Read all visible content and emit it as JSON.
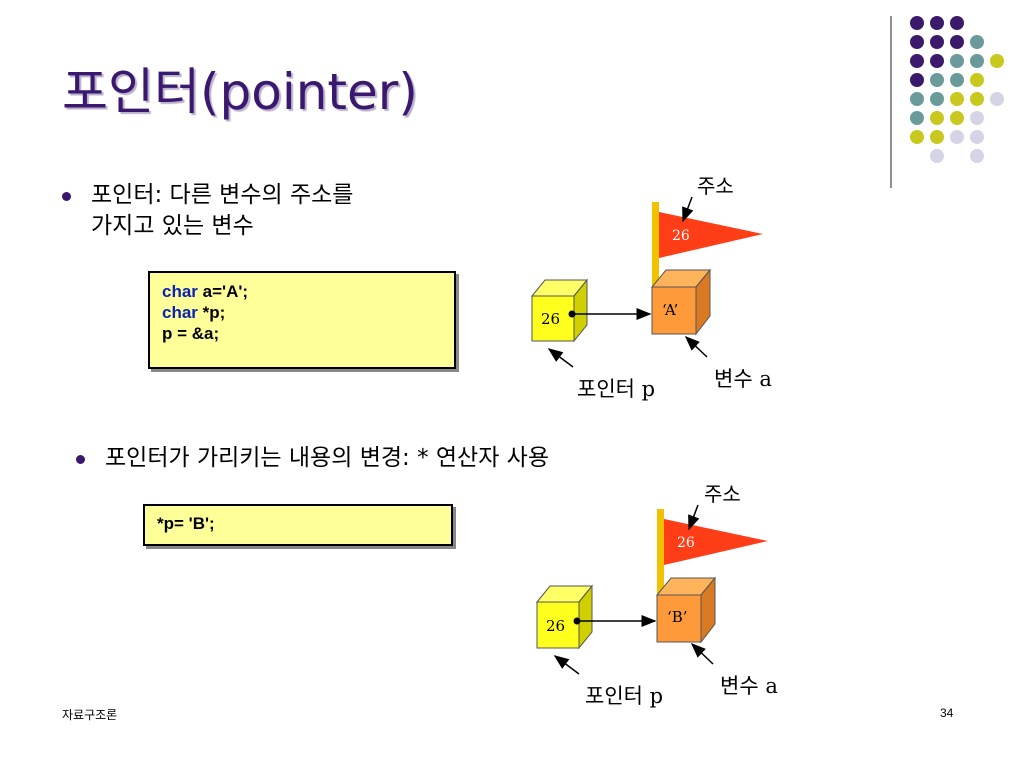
{
  "slide": {
    "title": "포인터(pointer)",
    "footer_left": "자료구조론",
    "page_number": "34"
  },
  "bullets": [
    {
      "text": "포인터: 다른 변수의 주소를\n가지고 있는 변수"
    },
    {
      "text": "포인터가 가리키는 내용의 변경: * 연산자 사용"
    }
  ],
  "code_blocks": [
    {
      "lines": [
        {
          "keyword": "char",
          "rest": " a='A';"
        },
        {
          "keyword": "char",
          "rest": " *p;"
        },
        {
          "keyword": "",
          "rest": "p = &a;"
        }
      ]
    },
    {
      "lines": [
        {
          "keyword": "",
          "rest": "*p= 'B';"
        }
      ]
    }
  ],
  "diagrams": [
    {
      "address_label": "주소",
      "flag_value": "26",
      "pointer_value": "26",
      "variable_value": "‘A’",
      "pointer_label": "포인터  p",
      "variable_label": "변수  a"
    },
    {
      "address_label": "주소",
      "flag_value": "26",
      "pointer_value": "26",
      "variable_value": "‘B’",
      "pointer_label": "포인터  p",
      "variable_label": "변수  a"
    }
  ],
  "colors": {
    "title": "#3a1870",
    "purple": "#3b1a6b",
    "teal": "#6a9a9a",
    "yellow_green": "#c8c81e",
    "lavender": "#d4d4e6",
    "flag": "#ff3d17",
    "pole": "#f2c200",
    "pointer_box": "#ffff1e",
    "variable_box": "#ff9a3a",
    "code_bg": "#ffff99",
    "keyword": "#0b24b5"
  }
}
